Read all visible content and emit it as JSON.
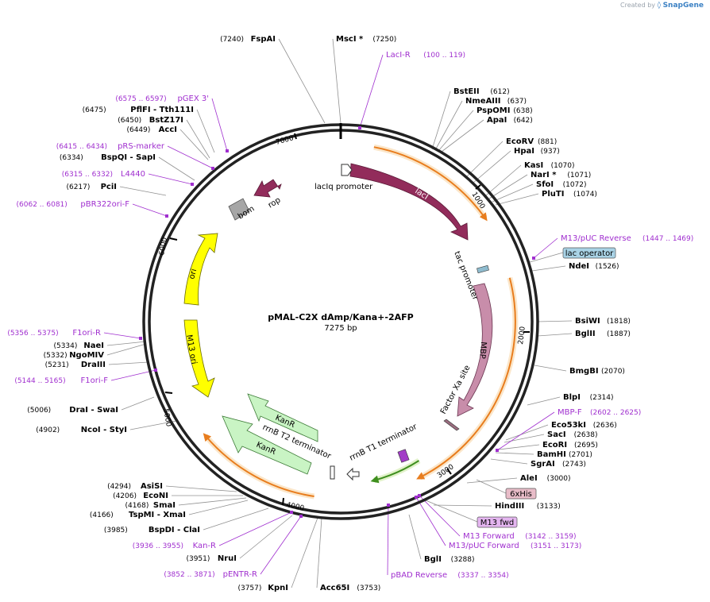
{
  "watermark": {
    "prefix": "Created by",
    "brand": "SnapGene"
  },
  "map": {
    "name": "pMAL-C2X dAmp/Kana+-2AFP",
    "length": "7275 bp"
  },
  "ticks": [
    "1000",
    "2000",
    "3000",
    "4000",
    "5000",
    "6000",
    "7000"
  ],
  "sites": [
    {
      "text": "FspAI",
      "pos": "(7240)"
    },
    {
      "text": "MscI *",
      "pos": "(7250)"
    },
    {
      "text": "BstEII",
      "pos": "(612)"
    },
    {
      "text": "NmeAIII",
      "pos": "(637)"
    },
    {
      "text": "PspOMI",
      "pos": "(638)"
    },
    {
      "text": "ApaI",
      "pos": "(642)"
    },
    {
      "text": "EcoRV",
      "pos": "(881)"
    },
    {
      "text": "HpaI",
      "pos": "(937)"
    },
    {
      "text": "KasI",
      "pos": "(1070)"
    },
    {
      "text": "NarI *",
      "pos": "(1071)"
    },
    {
      "text": "SfoI",
      "pos": "(1072)"
    },
    {
      "text": "PluTI",
      "pos": "(1074)"
    },
    {
      "text": "NdeI",
      "pos": "(1526)"
    },
    {
      "text": "BsiWI",
      "pos": "(1818)"
    },
    {
      "text": "BglII",
      "pos": "(1887)"
    },
    {
      "text": "BmgBI",
      "pos": "(2070)"
    },
    {
      "text": "BlpI",
      "pos": "(2314)"
    },
    {
      "text": "Eco53kI",
      "pos": "(2636)"
    },
    {
      "text": "SacI",
      "pos": "(2638)"
    },
    {
      "text": "EcoRI",
      "pos": "(2695)"
    },
    {
      "text": "BamHI",
      "pos": "(2701)"
    },
    {
      "text": "SgrAI",
      "pos": "(2743)"
    },
    {
      "text": "AleI",
      "pos": "(3000)"
    },
    {
      "text": "HindIII",
      "pos": "(3133)"
    },
    {
      "text": "BglI",
      "pos": "(3288)"
    },
    {
      "text": "Acc65I",
      "pos": "(3753)"
    },
    {
      "text": "KpnI",
      "pos": "(3757)"
    },
    {
      "text": "NruI",
      "pos": "(3951)"
    },
    {
      "text": "BspDI  - ClaI",
      "pos": "(3985)"
    },
    {
      "text": "TspMI  - XmaI",
      "pos": "(4166)"
    },
    {
      "text": "SmaI",
      "pos": "(4168)"
    },
    {
      "text": "EcoNI",
      "pos": "(4206)"
    },
    {
      "text": "AsiSI",
      "pos": "(4294)"
    },
    {
      "text": "NcoI  - StyI",
      "pos": "(4902)"
    },
    {
      "text": "DraI  - SwaI",
      "pos": "(5006)"
    },
    {
      "text": "DraIII",
      "pos": "(5231)"
    },
    {
      "text": "NgoMIV",
      "pos": "(5332)"
    },
    {
      "text": "NaeI",
      "pos": "(5334)"
    },
    {
      "text": "PciI",
      "pos": "(6217)"
    },
    {
      "text": "BspQI  - SapI",
      "pos": "(6334)"
    },
    {
      "text": "AccI",
      "pos": "(6449)"
    },
    {
      "text": "BstZ17I",
      "pos": "(6450)"
    },
    {
      "text": "PflFI  - Tth111I",
      "pos": "(6475)"
    }
  ],
  "primers": [
    {
      "text": "LacI-R",
      "pos": "(100 .. 119)"
    },
    {
      "text": "M13/pUC Reverse",
      "pos": "(1447 .. 1469)"
    },
    {
      "text": "MBP-F",
      "pos": "(2602 .. 2625)"
    },
    {
      "text": "M13 Forward",
      "pos": "(3142 .. 3159)"
    },
    {
      "text": "M13/pUC Forward",
      "pos": "(3151 .. 3173)"
    },
    {
      "text": "pBAD Reverse",
      "pos": "(3337 .. 3354)"
    },
    {
      "text": "pENTR-R",
      "pos": "(3852 .. 3871)"
    },
    {
      "text": "Kan-R",
      "pos": "(3936 .. 3955)"
    },
    {
      "text": "F1ori-F",
      "pos": "(5144 .. 5165)"
    },
    {
      "text": "F1ori-R",
      "pos": "(5356 .. 5375)"
    },
    {
      "text": "pBR322ori-F",
      "pos": "(6062 .. 6081)"
    },
    {
      "text": "L4440",
      "pos": "(6315 .. 6332)"
    },
    {
      "text": "pRS-marker",
      "pos": "(6415 .. 6434)"
    },
    {
      "text": "pGEX 3'",
      "pos": "(6575 .. 6597)"
    }
  ],
  "boxed_labels": [
    {
      "text": "lac operator",
      "color": "#a9d3e6"
    },
    {
      "text": "6xHis",
      "color": "#e8bcc8"
    },
    {
      "text": "M13 fwd",
      "color": "#e4b5f0"
    }
  ],
  "features": [
    {
      "text": "lacIq promoter"
    },
    {
      "text": "lacI"
    },
    {
      "text": "tac promoter"
    },
    {
      "text": "MBP"
    },
    {
      "text": "Factor Xa site"
    },
    {
      "text": "rrnB T1 terminator"
    },
    {
      "text": "rrnB T2 terminator"
    },
    {
      "text": "KanR"
    },
    {
      "text": "KanR"
    },
    {
      "text": "M13 ori"
    },
    {
      "text": "ori"
    },
    {
      "text": "bom"
    },
    {
      "text": "rop"
    }
  ],
  "colors": {
    "lacI": "#922c5b",
    "MBP": "#c88daa",
    "KanR": "#c9f4c4",
    "ori": "#ffff00",
    "rop": "#922c5b",
    "bom": "#a6a6a6",
    "orf_orange": "#e87d1e",
    "orf_green": "#3f8f1f",
    "primer": "#a02fcf"
  }
}
